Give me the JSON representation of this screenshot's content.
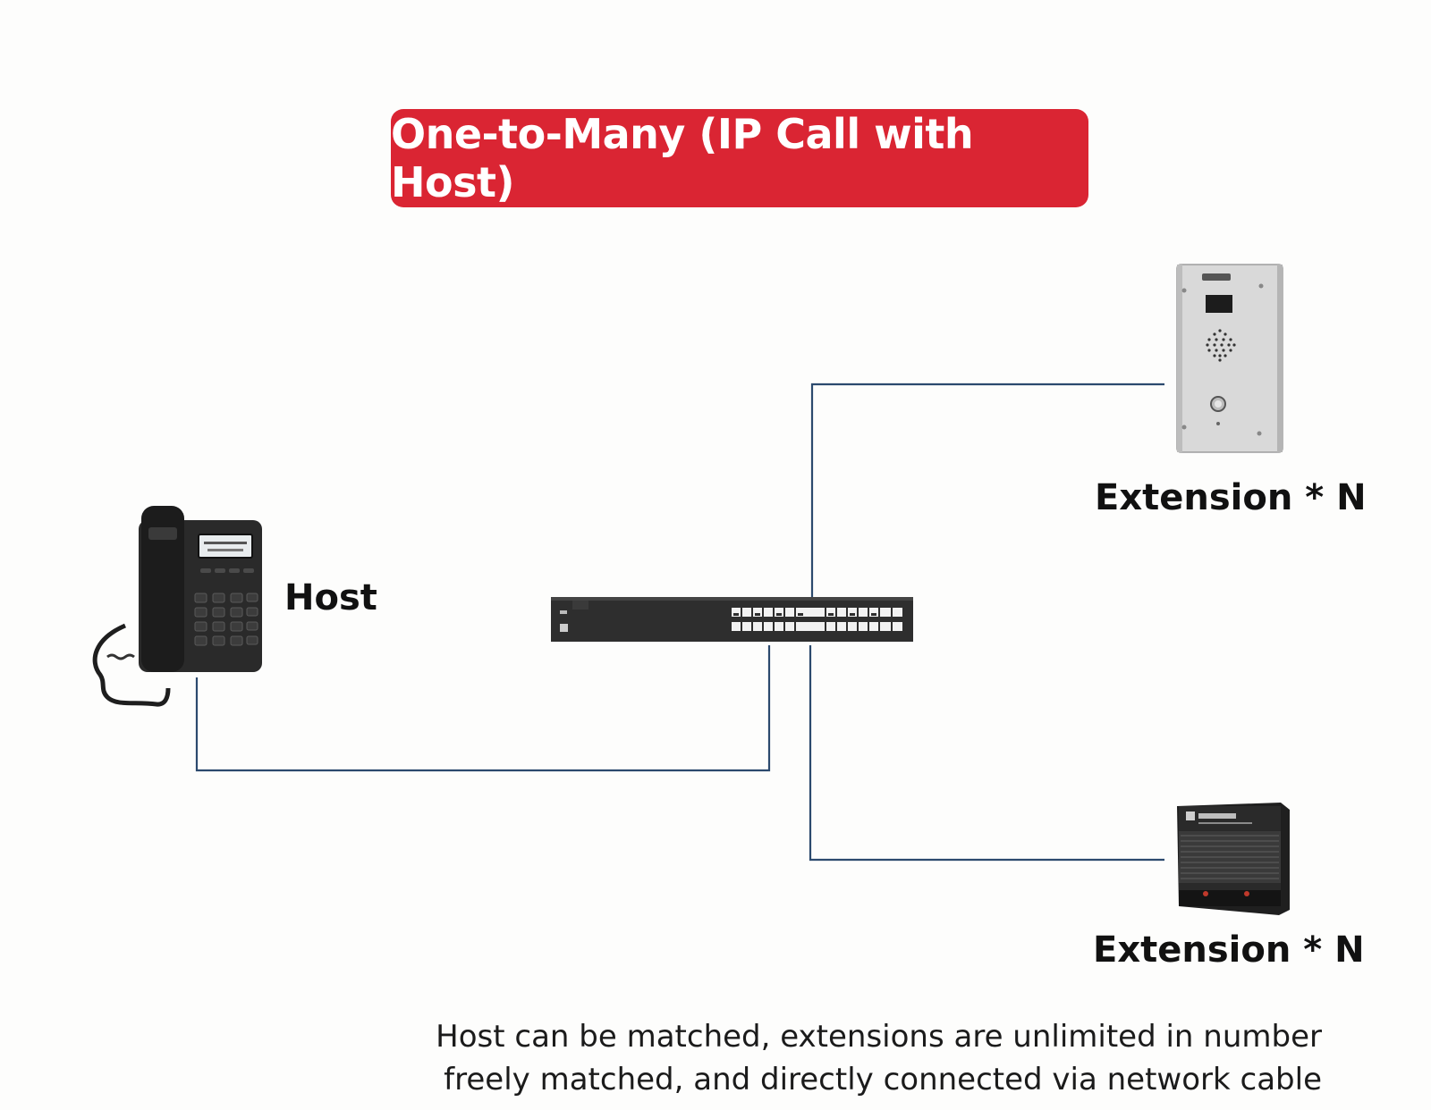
{
  "title": "One-to-Many (IP Call with Host)",
  "nodes": {
    "host": {
      "label": "Host",
      "icon": "desk-ip-phone-icon"
    },
    "switch": {
      "icon": "network-switch-icon"
    },
    "extension_panel": {
      "label": "Extension * N",
      "icon": "intercom-panel-icon"
    },
    "extension_box": {
      "label": "Extension * N",
      "icon": "intercom-box-icon"
    }
  },
  "caption": {
    "line1": "Host can be matched, extensions are unlimited in number",
    "line2": "freely matched, and directly connected via network cable"
  },
  "colors": {
    "banner": "#da2533",
    "connector": "#2c4a6e",
    "device_dark": "#2a2a2a",
    "panel_silver": "#d9d9d9"
  }
}
